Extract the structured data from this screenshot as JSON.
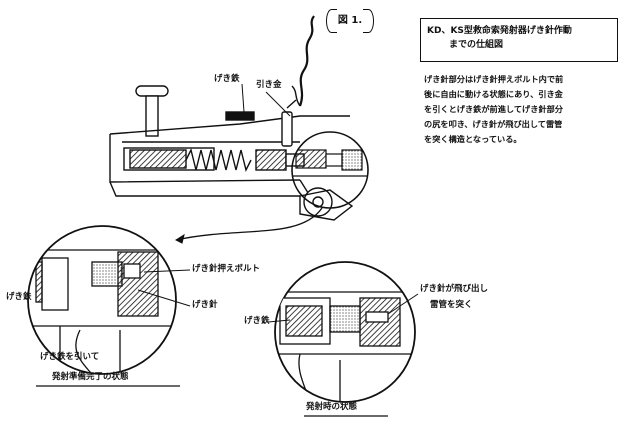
{
  "figure_label": "図 1.",
  "title": {
    "line1": "KD、KS型救命索発射器げき針作動",
    "line2": "までの仕組図"
  },
  "description": {
    "lines": [
      "げき針部分はげき針押えボルト内で前",
      "後に自由に動ける状態にあり、引き金",
      "を引くとげき鉄が前進してげき針部分",
      "の尻を叩き、げき針が飛び出して雷管",
      "を突く構造となっている。"
    ]
  },
  "labels": {
    "top_hammer": "げき鉄",
    "top_trigger": "引き金",
    "firing_pin_bolt": "げき針押えボルト",
    "left_hammer": "げき鉄",
    "left_pin": "げき針",
    "right_hammer": "げき鉄",
    "pin_out": "げき針が飛び出し",
    "primer": "雷管を突く",
    "caption_ready_1": "げき鉄を引いて",
    "caption_ready_2": "発射準備完了の状態",
    "caption_fire": "発射時の状態"
  }
}
